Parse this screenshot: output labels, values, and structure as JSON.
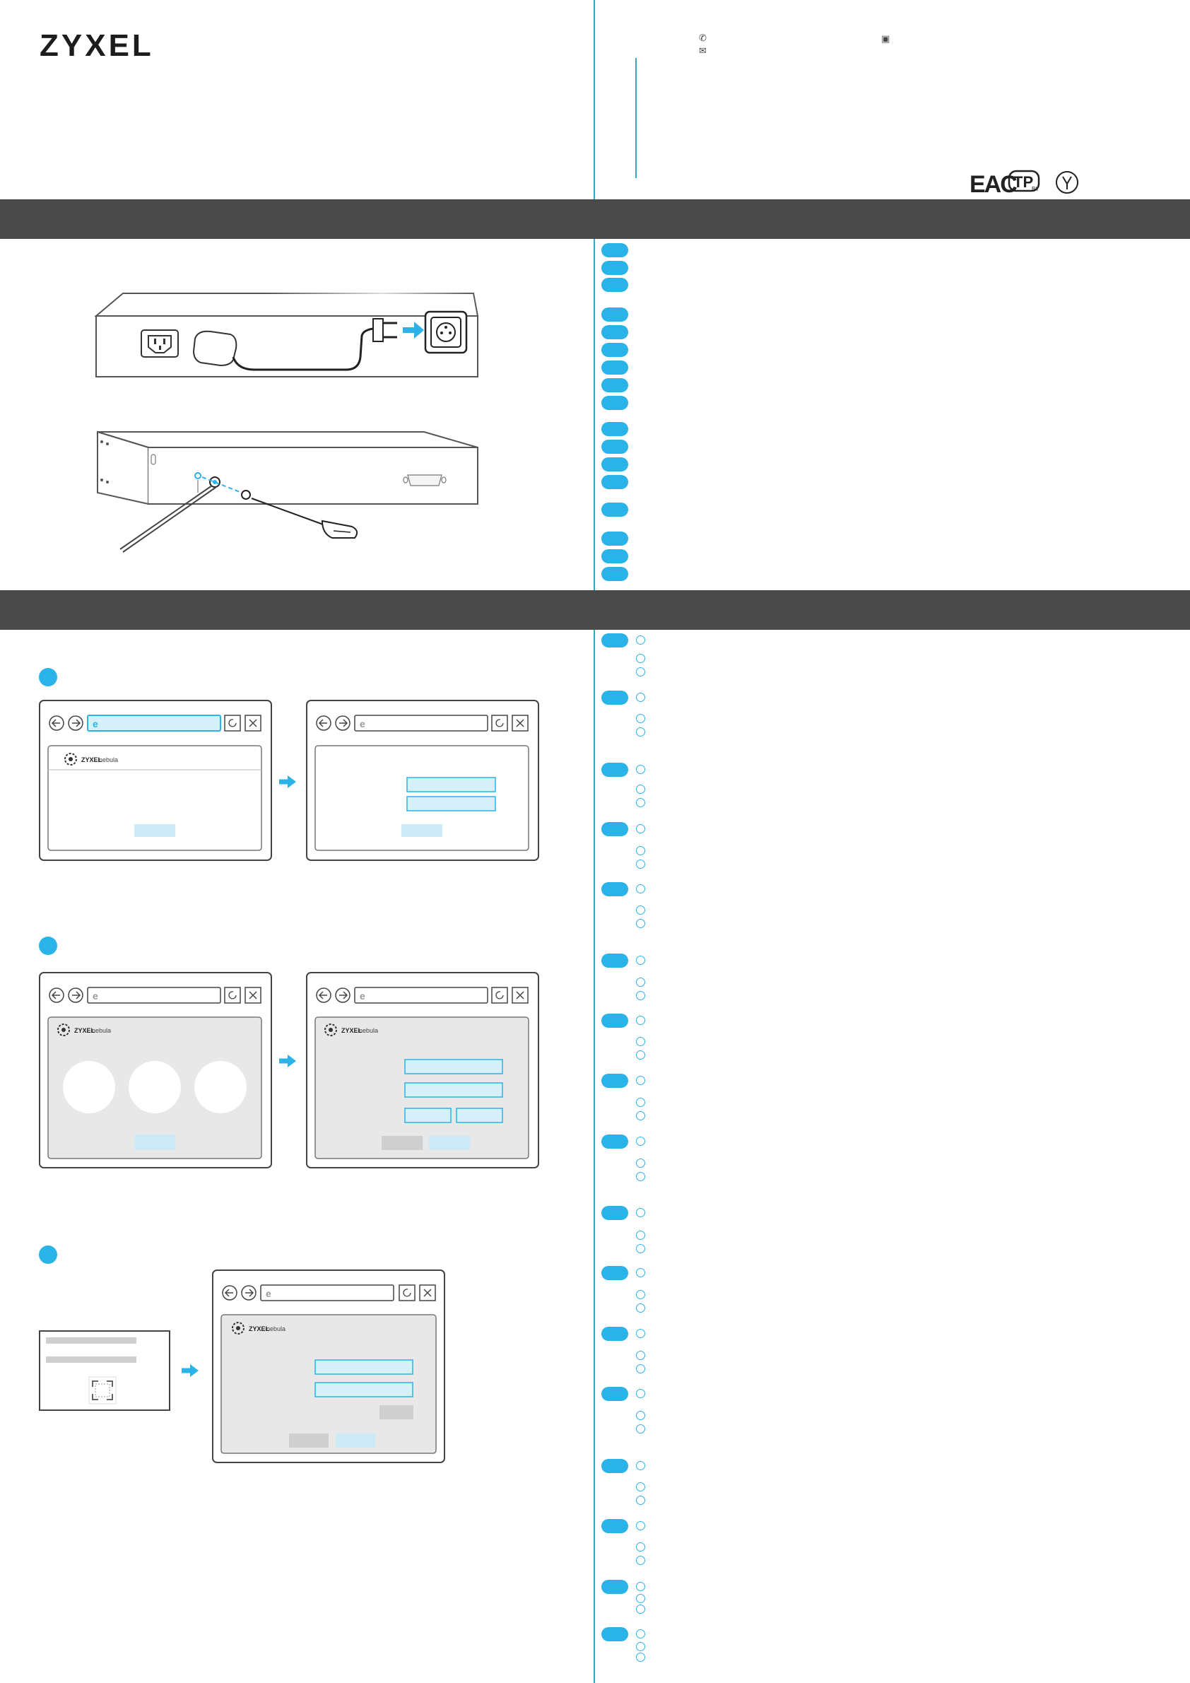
{
  "brand": {
    "logo_text": "ZYXEL"
  },
  "nebula": {
    "brand": "ZYXEL",
    "product": "nebula"
  },
  "contact_icons": [
    "phone-icon",
    "mail-icon",
    "print-icon"
  ],
  "cert_marks": {
    "eac": "EAC",
    "tp": "TP",
    "tp_sub": "BY"
  },
  "colors": {
    "accent": "#2ab3e8",
    "banner": "#4b4a4b",
    "divider": "#3aa6b9"
  }
}
